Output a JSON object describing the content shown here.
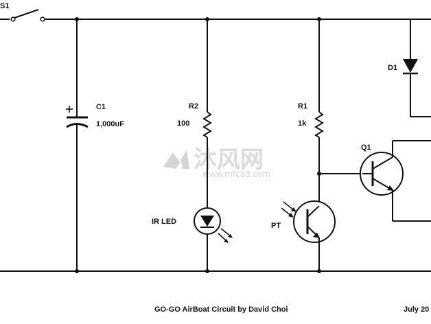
{
  "components": {
    "switch": {
      "label": "S1"
    },
    "c1": {
      "label": "C1",
      "value": "1,000uF"
    },
    "r2": {
      "label": "R2",
      "value": "100"
    },
    "r1": {
      "label": "R1",
      "value": "1k"
    },
    "d1": {
      "label": "D1"
    },
    "q1": {
      "label": "Q1"
    },
    "ir_led": {
      "label": "IR LED"
    },
    "pt": {
      "label": "PT"
    }
  },
  "footer": {
    "title": "GO-GO AirBoat Circuit by David Choi",
    "date": "July 20"
  },
  "watermark": {
    "brand": "沐风网",
    "url": "www.mfcad.com"
  }
}
